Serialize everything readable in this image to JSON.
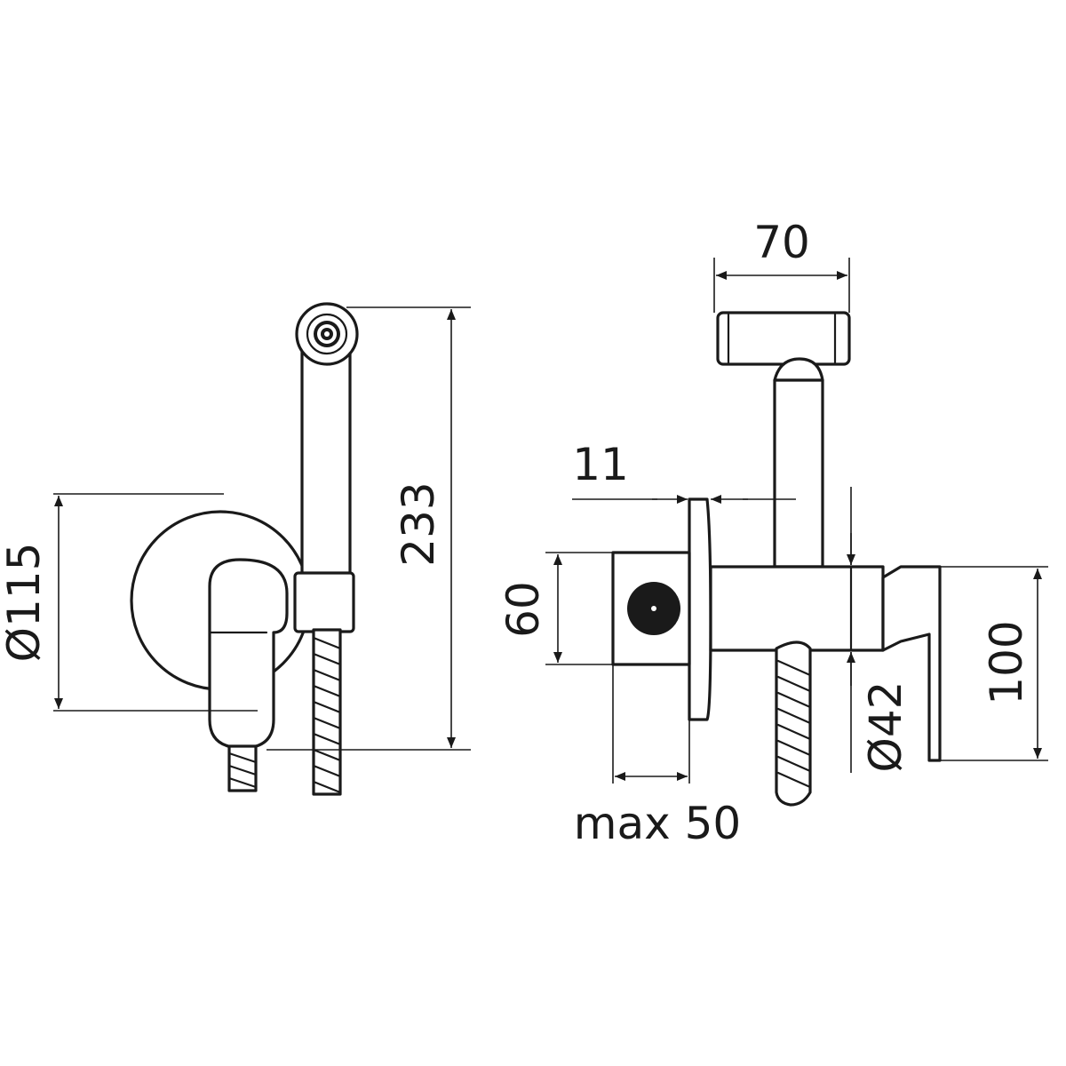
{
  "dimensions": {
    "diameter_cover": "Ø115",
    "height_total": "233",
    "width_handset": "70",
    "plate_thickness": "11",
    "body_height": "60",
    "wall_depth": "max 50",
    "diameter_valve": "Ø42",
    "holder_height": "100"
  }
}
